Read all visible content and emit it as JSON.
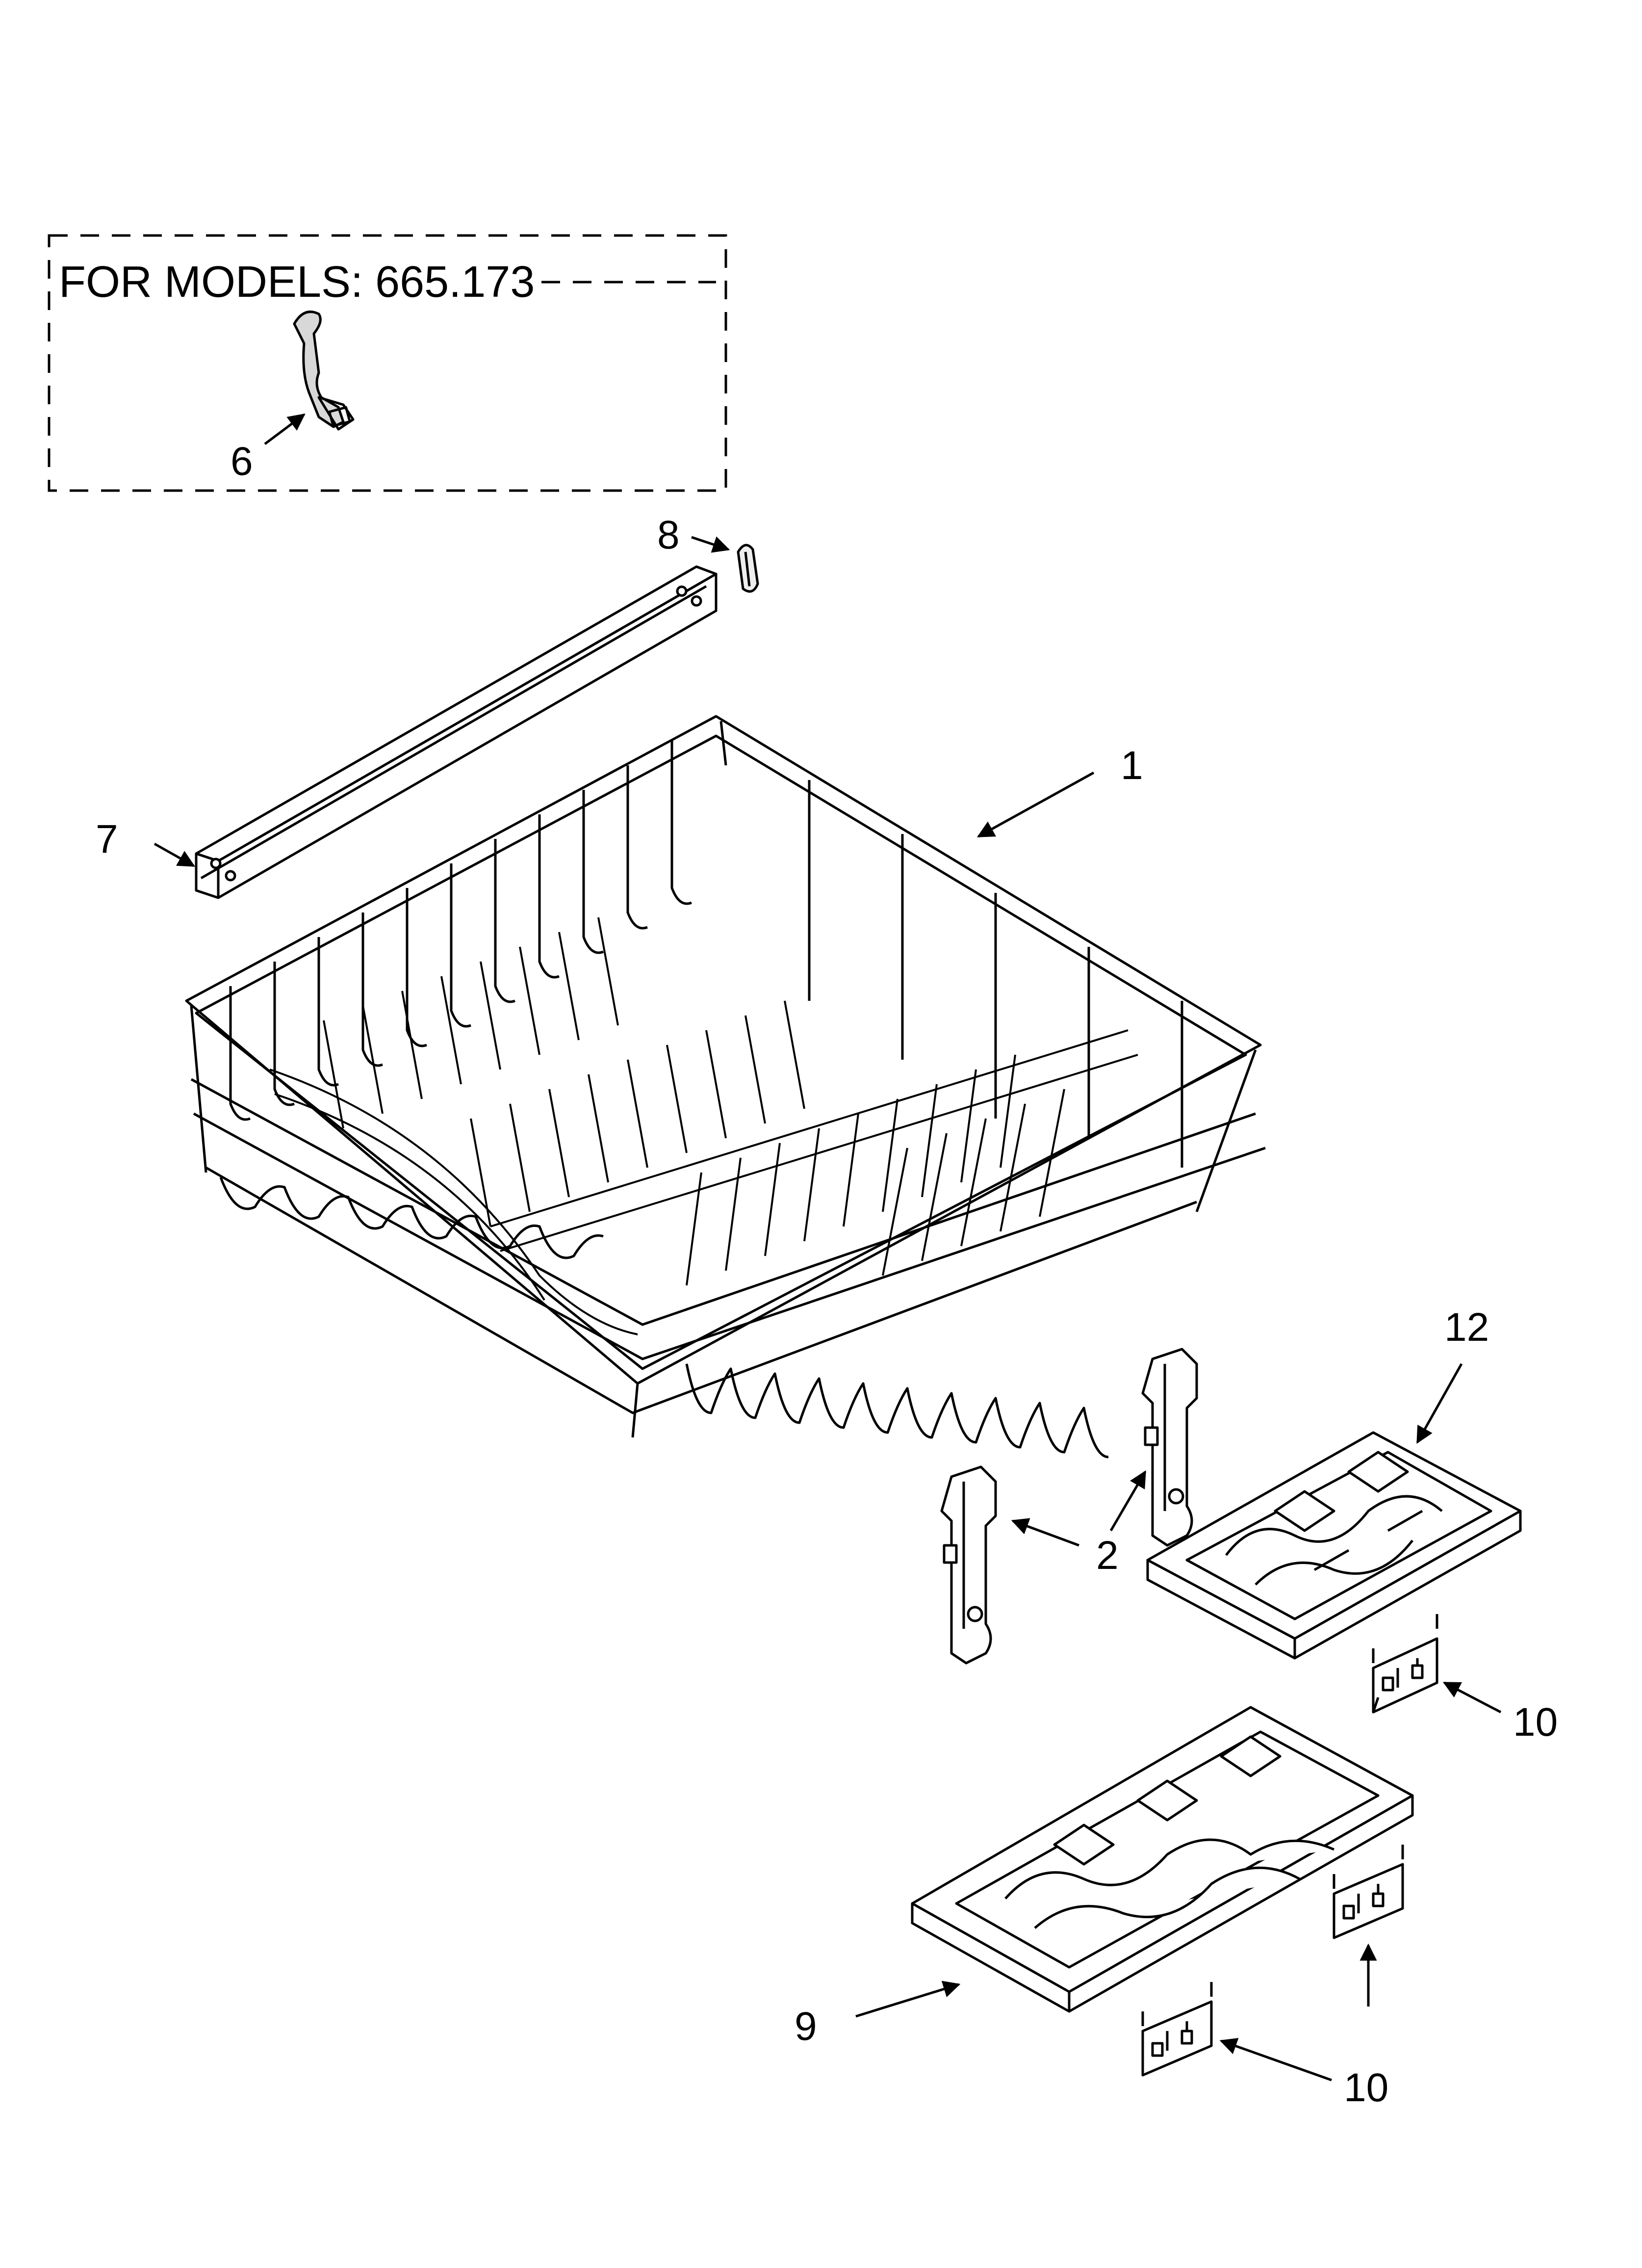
{
  "models_box": {
    "title": "FOR MODELS: 665.173"
  },
  "callouts": [
    {
      "id": "c1",
      "label": "1"
    },
    {
      "id": "c2",
      "label": "2"
    },
    {
      "id": "c6",
      "label": "6"
    },
    {
      "id": "c7",
      "label": "7"
    },
    {
      "id": "c8",
      "label": "8"
    },
    {
      "id": "c9",
      "label": "9"
    },
    {
      "id": "c10a",
      "label": "10"
    },
    {
      "id": "c10b",
      "label": "10"
    },
    {
      "id": "c12",
      "label": "12"
    }
  ],
  "colors": {
    "line": "#000000",
    "background": "#ffffff"
  }
}
